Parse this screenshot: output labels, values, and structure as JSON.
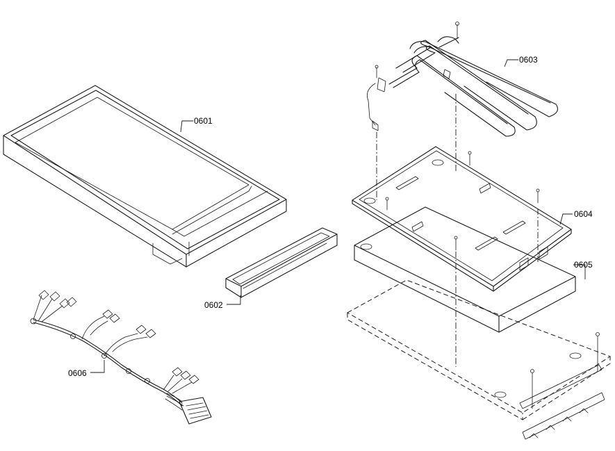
{
  "parts": [
    {
      "id": "griddle-plate",
      "label": "0601"
    },
    {
      "id": "grease-tray",
      "label": "0602"
    },
    {
      "id": "heating-element",
      "label": "0603"
    },
    {
      "id": "element-support-pan",
      "label": "0604"
    },
    {
      "id": "insulation-board",
      "label": "0605"
    },
    {
      "id": "wiring-harness",
      "label": "0606"
    }
  ]
}
